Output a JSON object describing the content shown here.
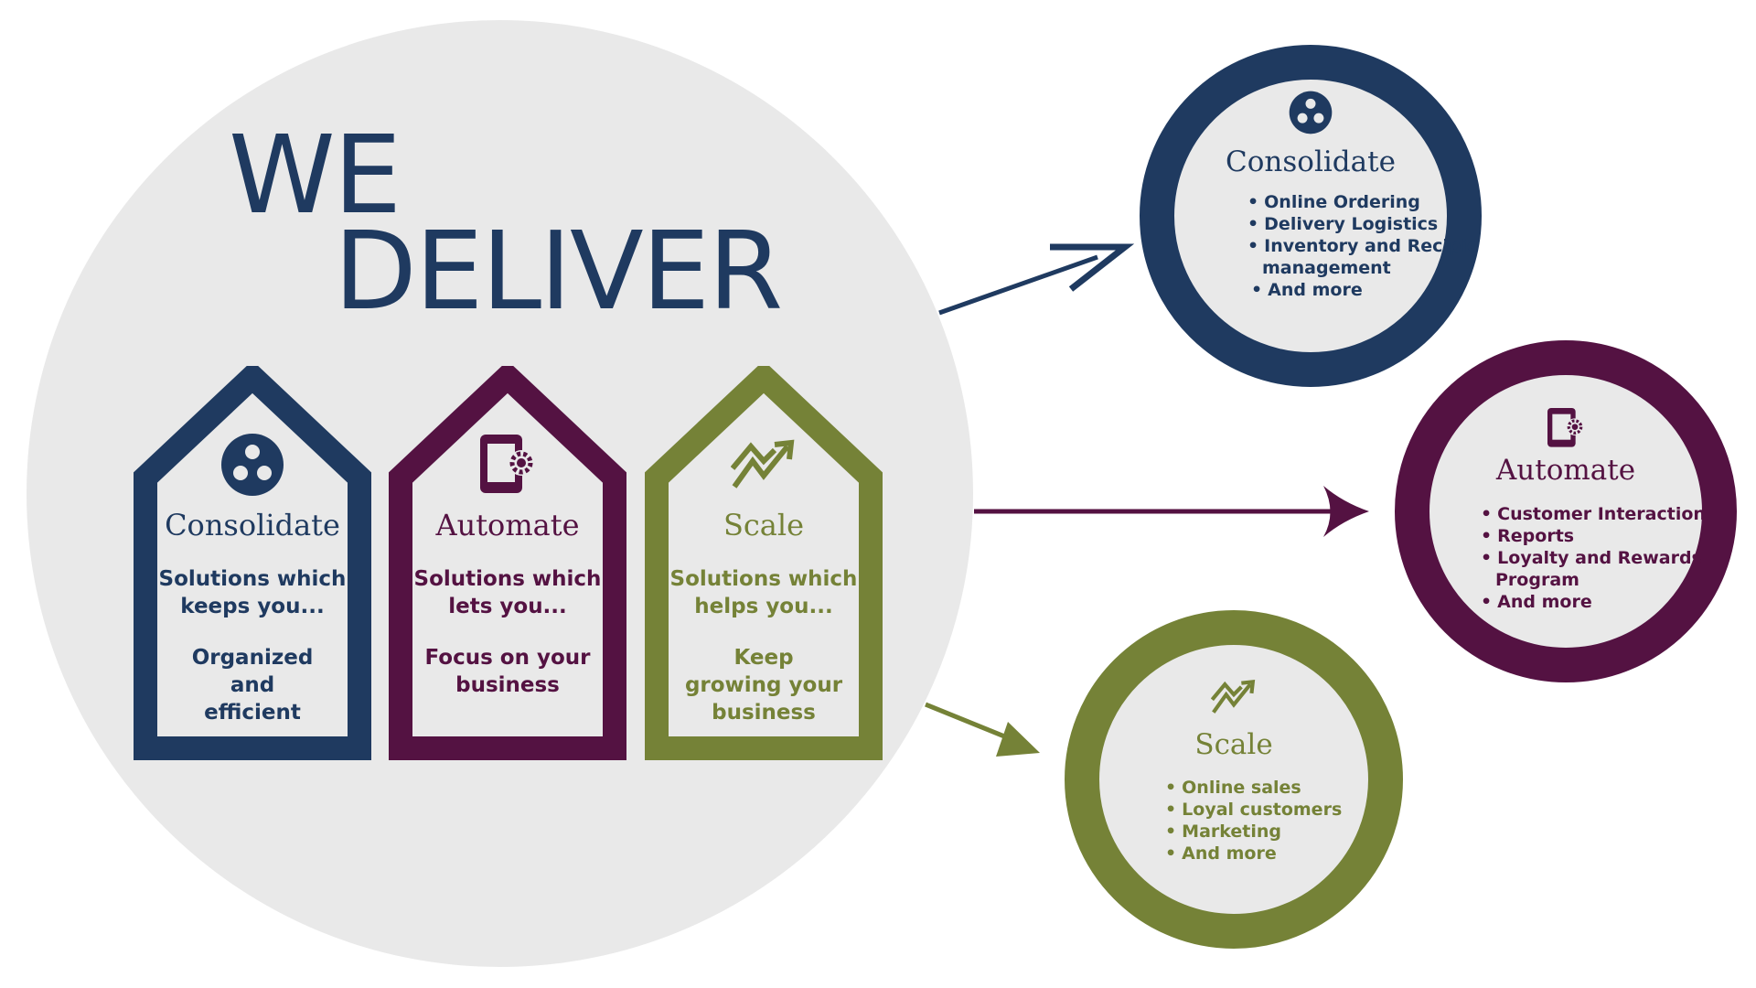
{
  "title": {
    "line1": "WE",
    "line2": "DELIVER"
  },
  "colors": {
    "navy": "#1f3a60",
    "plum": "#541242",
    "olive": "#758237",
    "background": "#e9e9e9"
  },
  "houses": [
    {
      "icon": "three-dots-circle-icon",
      "title": "Consolidate",
      "subtitle": "Solutions which\nkeeps you...",
      "result": "Organized\nand\nefficient"
    },
    {
      "icon": "tablet-gear-icon",
      "title": "Automate",
      "subtitle": "Solutions which\nlets you...",
      "result": "Focus on your\nbusiness"
    },
    {
      "icon": "growth-chart-icon",
      "title": "Scale",
      "subtitle": "Solutions which\nhelps you...",
      "result": "Keep\ngrowing your\nbusiness"
    }
  ],
  "outcomes": {
    "consolidate": {
      "icon": "three-dots-circle-icon",
      "title": "Consolidate",
      "items": [
        "Online Ordering",
        "Delivery Logistics",
        "Inventory and Recipie",
        "management",
        "And more"
      ]
    },
    "automate": {
      "icon": "tablet-gear-icon",
      "title": "Automate",
      "items": [
        "Customer Interaction",
        "Reports",
        "Loyalty and Rewards",
        "Program",
        "And more"
      ]
    },
    "scale": {
      "icon": "growth-chart-icon",
      "title": "Scale",
      "items": [
        "Online sales",
        "Loyal customers",
        "Marketing",
        "And more"
      ]
    }
  }
}
